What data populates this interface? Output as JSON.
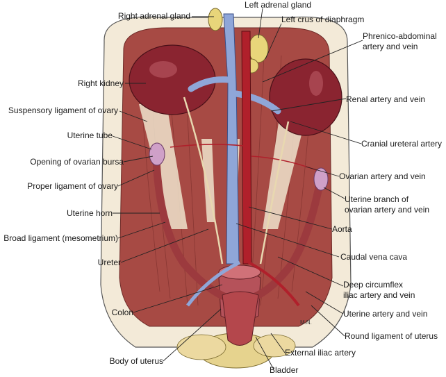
{
  "labels": {
    "right_adrenal_gland": "Right adrenal gland",
    "left_adrenal_gland": "Left adrenal gland",
    "left_crus_of_diaphragm": "Left crus of diaphragm",
    "phrenico_abdominal_1": "Phrenico-abdominal",
    "phrenico_abdominal_2": "artery and vein",
    "right_kidney": "Right  kidney",
    "suspensory_ligament": "Suspensory ligament of ovary",
    "renal_artery_vein": "Renal artery and vein",
    "uterine_tube": "Uterine tube",
    "cranial_ureteral_artery": "Cranial ureteral artery",
    "opening_ovarian_bursa": "Opening of ovarian bursa",
    "ovarian_artery_vein": "Ovarian artery and vein",
    "proper_ligament": "Proper ligament of ovary",
    "uterine_branch_1": "Uterine branch of",
    "uterine_branch_2": "ovarian artery and vein",
    "uterine_horn": "Uterine horn",
    "aorta": "Aorta",
    "broad_ligament": "Broad ligament (mesometrium)",
    "ureter": "Ureter",
    "caudal_vena_cava": "Caudal vena cava",
    "deep_circumflex_1": "Deep circumflex",
    "deep_circumflex_2": "iliac artery and vein",
    "colon": "Colon",
    "uterine_artery_vein": "Uterine artery and vein",
    "round_ligament": "Round ligament of uterus",
    "external_iliac": "External iliac artery",
    "body_of_uterus": "Body of uterus",
    "bladder": "Bladder",
    "signature": "M.N."
  }
}
